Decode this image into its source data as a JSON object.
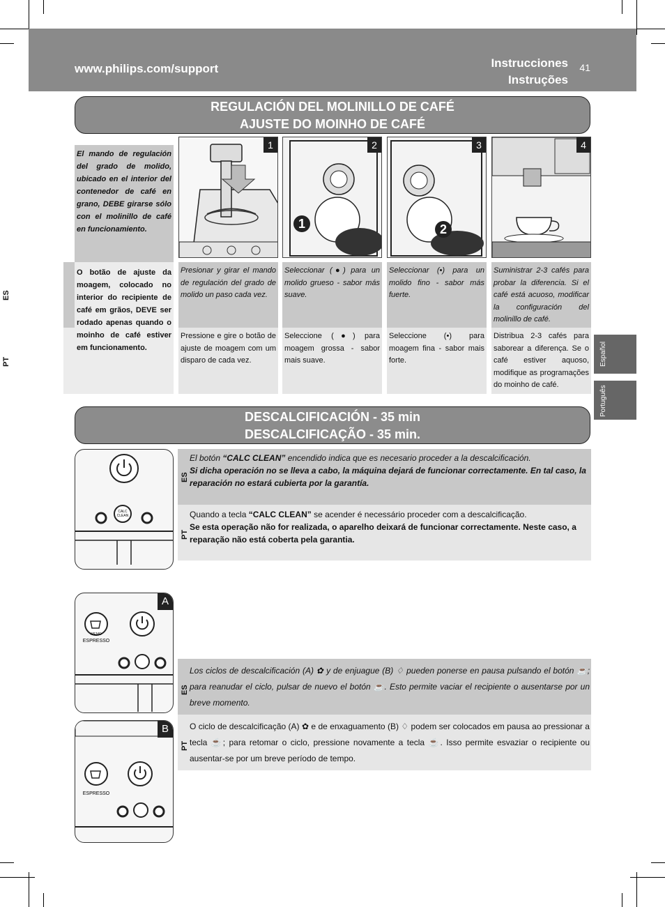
{
  "header": {
    "url": "www.philips.com/support",
    "lang_es": "Instrucciones",
    "lang_pt": "Instruções",
    "page_number": "41"
  },
  "section1": {
    "title_es": "REGULACIÓN DEL MOLINILLO DE CAFÉ",
    "title_pt": "AJUSTE DO MOINHO DE CAFÉ",
    "intro_es": "El mando de regulación del grado de molido, ubicado en el interior del contenedor de café en grano, DEBE girarse sólo con el molinillo de café en funcionamiento.",
    "intro_pt": "O botão de ajuste da moagem, colocado no interior do recipiente de café em grãos, DEVE ser rodado apenas quando o moinho de café estiver em funcionamento.",
    "steps": [
      {
        "number": "1",
        "es": "Presionar y girar el mando de regulación del grado de molido un paso cada vez.",
        "pt": "Pressione e gire o botão de ajuste de moagem com um disparo de cada vez."
      },
      {
        "number": "2",
        "es": "Seleccionar (●) para un molido grueso - sabor más suave.",
        "pt": "Seleccione (●) para moagem grossa - sabor mais suave."
      },
      {
        "number": "3",
        "es": "Seleccionar (•) para un molido fino - sabor más fuerte.",
        "pt": "Seleccione (•) para moagem fina - sabor mais forte."
      },
      {
        "number": "4",
        "es": "Suministrar 2-3 cafés para probar la diferencia. Si el café está acuoso, modificar la configuración del molinillo de café.",
        "pt": "Distribua 2-3 cafés para saborear a diferença. Se o café estiver aquoso, modifique as programações do moinho de café."
      }
    ],
    "callout_1": "1",
    "callout_2": "2"
  },
  "section2": {
    "title_es": "DESCALCIFICACIÓN - 35 min",
    "title_pt": "DESCALCIFICAÇÃO - 35 min.",
    "es_p1_pre": "El botón ",
    "es_p1_key": "“CALC CLEAN”",
    "es_p1_post": " encendido indica que es necesario proceder a la descalcificación.",
    "es_p2": "Si dicha operación no se lleva a cabo, la máquina dejará de funcionar correctamente. En tal caso, la reparación no estará cubierta por la garantía.",
    "pt_p1_pre": "Quando a tecla ",
    "pt_p1_key": "“CALC CLEAN”",
    "pt_p1_post": " se acender é necessário proceder com a descalcificação.",
    "pt_p2": "Se esta operação não for realizada, o aparelho deixará de funcionar correctamente. Neste caso, a reparação não está coberta pela garantia.",
    "cycle_es_a": "Los ciclos de descalcificación (A)",
    "cycle_es_b": "y de enjuague (B)",
    "cycle_es_c": "pueden ponerse en pausa pulsando el botón",
    "cycle_es_d": "; para reanudar el ciclo, pulsar de nuevo el botón",
    "cycle_es_e": ". Esto permite vaciar el recipiente o ausentarse por un breve momento.",
    "cycle_pt_a": "O ciclo de descalcificação (A)",
    "cycle_pt_b": "e de enxaguamento (B)",
    "cycle_pt_c": "podem ser colocados em pausa ao pressionar a tecla",
    "cycle_pt_d": "; para retomar o ciclo, pressione novamente a tecla",
    "cycle_pt_e": ". Isso permite esvaziar o recipiente ou ausentar-se por um breve período de tempo.",
    "panel_a": "A",
    "panel_b": "B",
    "espresso_label": "ESPRESSO",
    "memo_label": "MEMO",
    "calc_label_1": "CALC",
    "calc_label_2": "CLEAN"
  },
  "tags": {
    "es": "ES",
    "pt": "PT"
  },
  "sidetabs": {
    "es": "Español",
    "pt": "Português"
  }
}
